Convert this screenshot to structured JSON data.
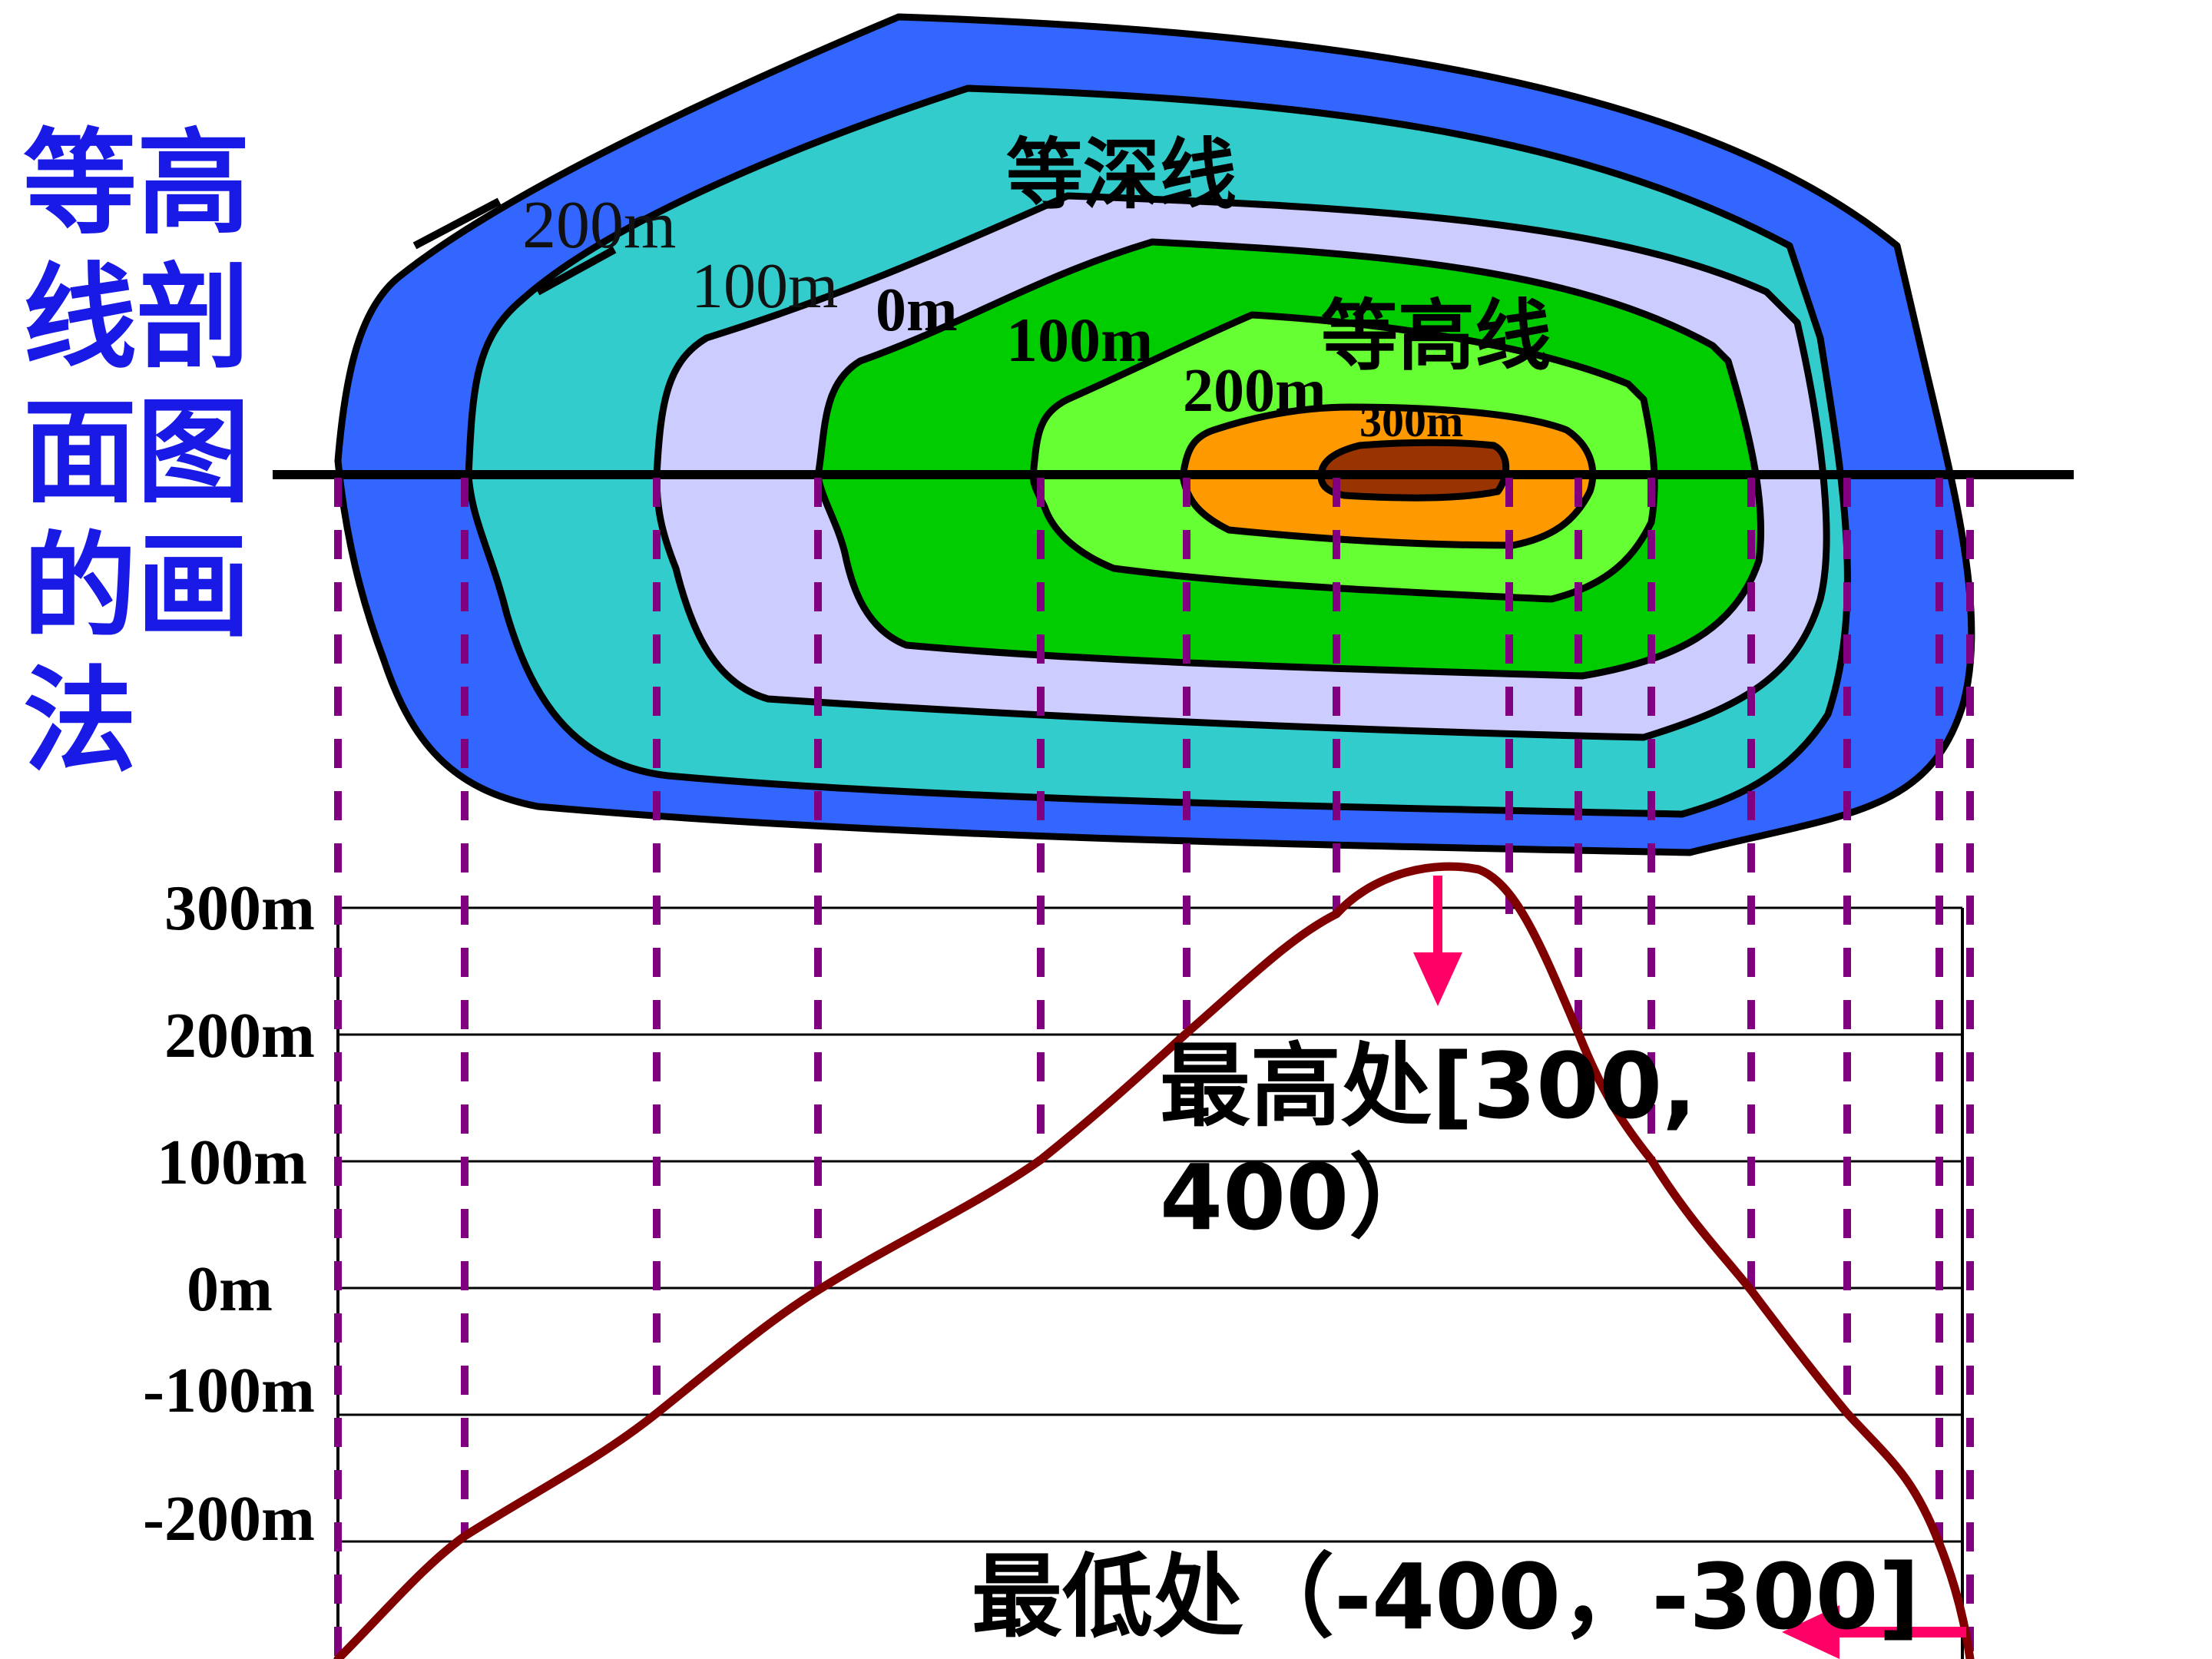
{
  "title_lines": [
    "等高",
    "线剖",
    "面图",
    "的画",
    "法"
  ],
  "map": {
    "isobath_label": "等深线",
    "contour_label": "等高线",
    "level_labels": [
      "200m",
      "100m",
      "0m",
      "100m",
      "200m",
      "300m"
    ],
    "colors": {
      "band_outer": "#3366ff",
      "band_2": "#33cccc",
      "band_3": "#ccccff",
      "band_4": "#00cc00",
      "band_5": "#66ff33",
      "band_6": "#ff9900",
      "band_top": "#993300"
    }
  },
  "profile": {
    "y_labels": [
      "300m",
      "200m",
      "100m",
      "0m",
      "-100m",
      "-200m"
    ],
    "highest_annotation_line1": "最高处[300,",
    "highest_annotation_line2": "400）",
    "lowest_annotation": "最低处（-400，-300]",
    "curve_color": "#800000",
    "arrow_color": "#ff0066",
    "dash_color": "#800080"
  }
}
